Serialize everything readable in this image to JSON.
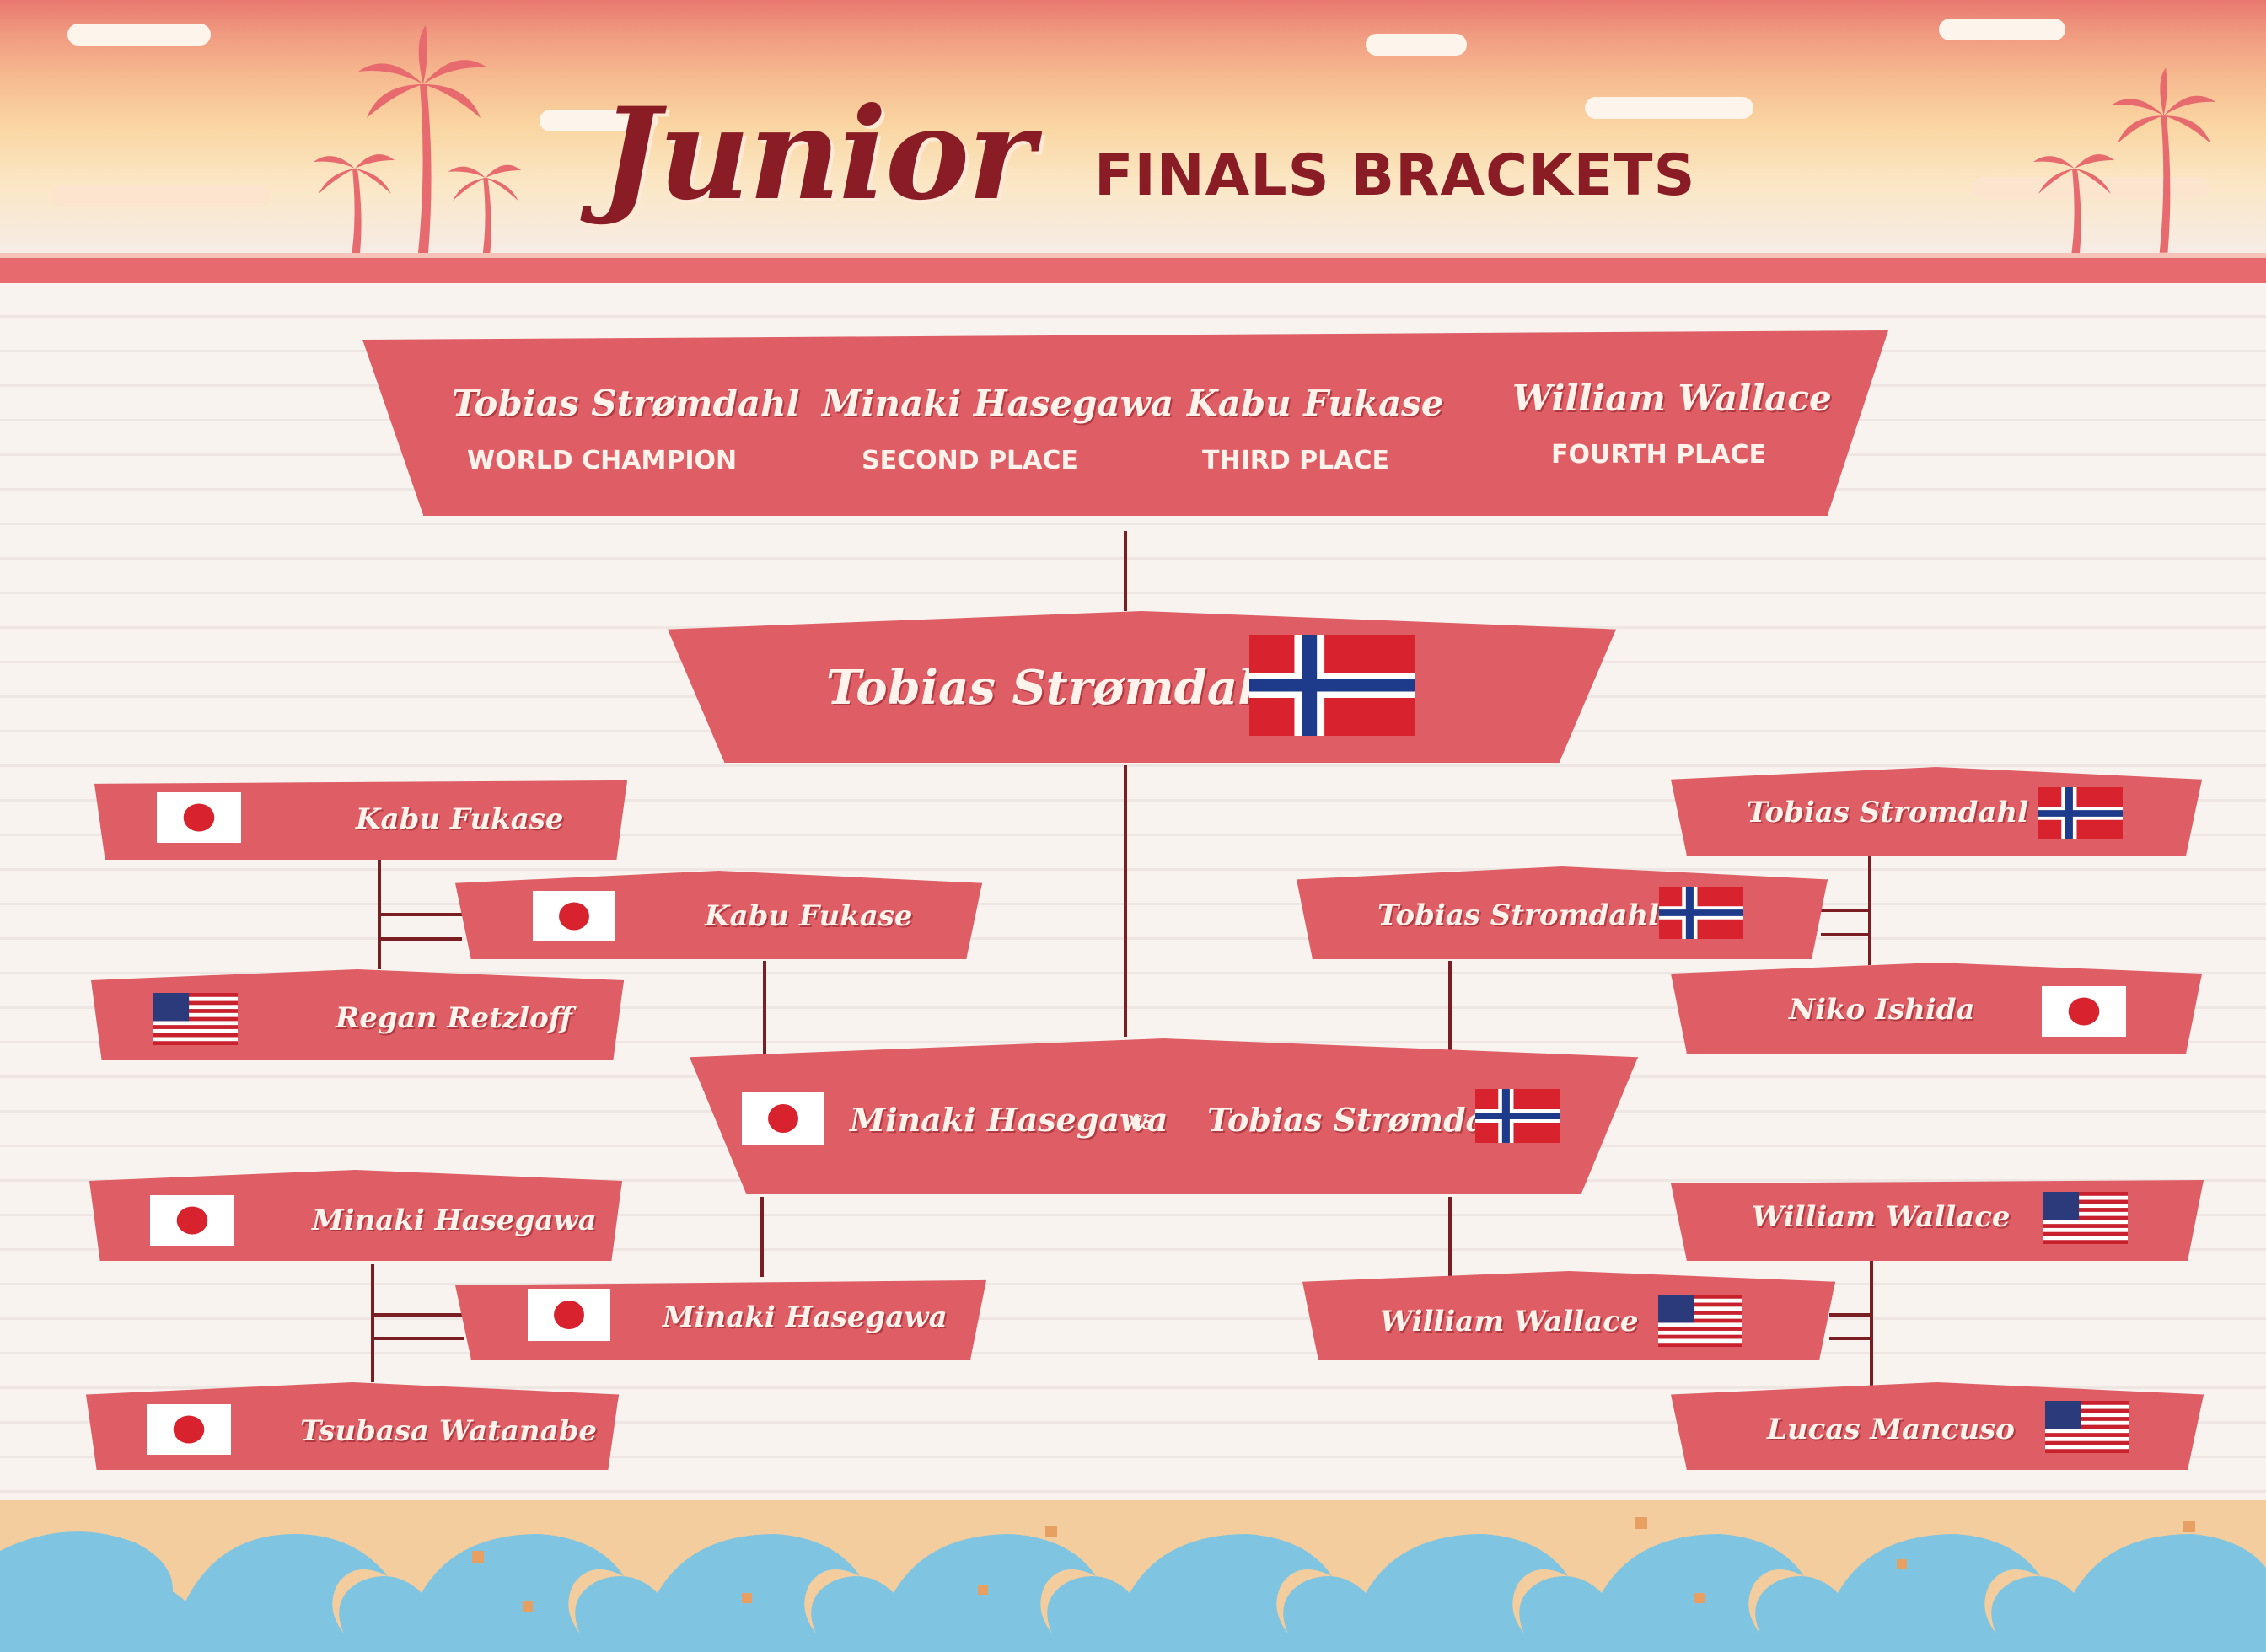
{
  "header": {
    "title_main": "Junior",
    "title_sub": "FINALS BRACKETS"
  },
  "standings": [
    {
      "name": "Tobias Strømdahl",
      "place": "WORLD CHAMPION"
    },
    {
      "name": "Minaki Hasegawa",
      "place": "SECOND PLACE"
    },
    {
      "name": "Kabu Fukase",
      "place": "THIRD PLACE"
    },
    {
      "name": "William Wallace",
      "place": "FOURTH PLACE"
    }
  ],
  "champion": {
    "name": "Tobias Strømdahl",
    "flag": "norway"
  },
  "final": {
    "left": {
      "name": "Minaki Hasegawa",
      "flag": "japan"
    },
    "vs": "vs.",
    "right": {
      "name": "Tobias Strømdahl",
      "flag": "norway"
    }
  },
  "left_bracket": {
    "top": {
      "entry1": {
        "name": "Kabu Fukase",
        "flag": "japan"
      },
      "entry2": {
        "name": "Regan Retzloff",
        "flag": "usa"
      },
      "winner": {
        "name": "Kabu Fukase",
        "flag": "japan"
      }
    },
    "bottom": {
      "entry1": {
        "name": "Minaki Hasegawa",
        "flag": "japan"
      },
      "entry2": {
        "name": "Tsubasa Watanabe",
        "flag": "japan"
      },
      "winner": {
        "name": "Minaki Hasegawa",
        "flag": "japan"
      }
    }
  },
  "right_bracket": {
    "top": {
      "entry1": {
        "name": "Tobias Stromdahl",
        "flag": "norway"
      },
      "entry2": {
        "name": "Niko Ishida",
        "flag": "japan"
      },
      "winner": {
        "name": "Tobias Stromdahl",
        "flag": "norway"
      }
    },
    "bottom": {
      "entry1": {
        "name": "William Wallace",
        "flag": "usa"
      },
      "entry2": {
        "name": "Lucas Mancuso",
        "flag": "usa"
      },
      "winner": {
        "name": "William Wallace",
        "flag": "usa"
      }
    }
  },
  "colors": {
    "banner": "#df5d64",
    "banner_shadow": "#8a1d23",
    "title": "#8a1c26",
    "connector": "#7a1e24",
    "sea": "#7fc4e0",
    "sand": "#f3cd9e"
  }
}
